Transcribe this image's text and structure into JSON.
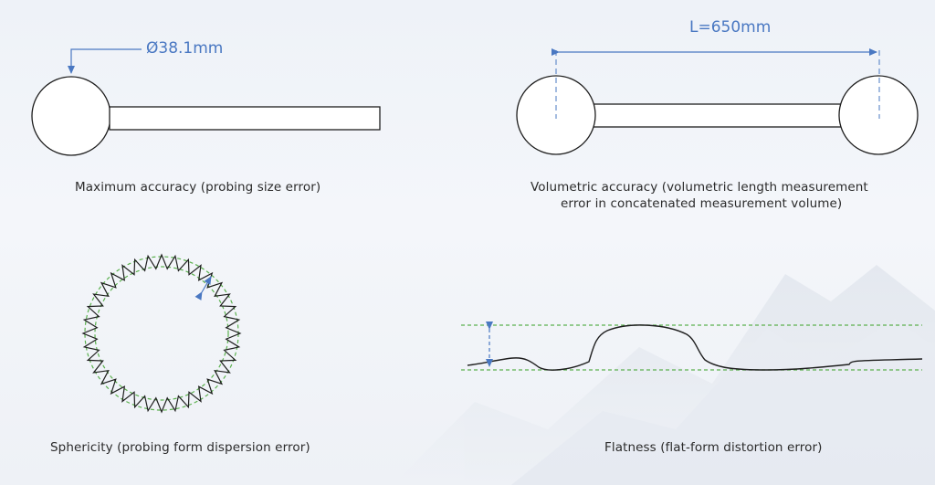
{
  "panels": {
    "max_accuracy": {
      "dimension": "Ø38.1mm",
      "caption": "Maximum accuracy (probing size error)"
    },
    "volumetric_accuracy": {
      "dimension": "L=650mm",
      "caption_line1": "Volumetric accuracy (volumetric length measurement",
      "caption_line2": "error in concatenated measurement volume)"
    },
    "sphericity": {
      "caption": "Sphericity (probing form dispersion error)"
    },
    "flatness": {
      "caption": "Flatness (flat-form distortion error)"
    }
  },
  "colors": {
    "outline": "#1e1e1e",
    "dimension": "#4a78c2",
    "tolerance": "#5bb04e",
    "background": "#eef2f8"
  }
}
